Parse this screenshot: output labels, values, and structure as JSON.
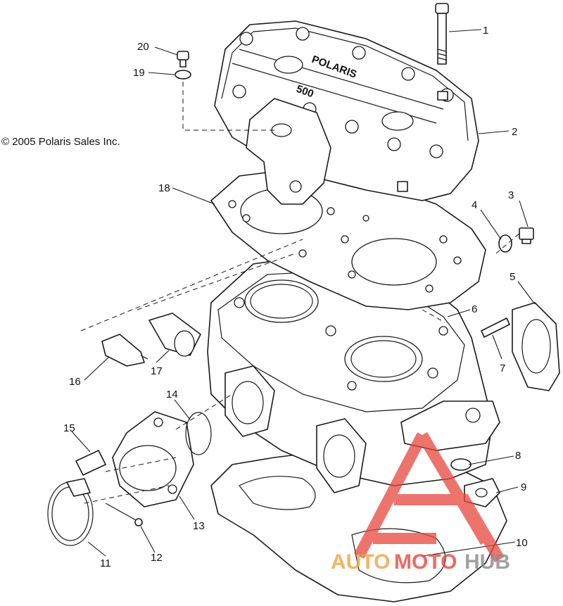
{
  "copyright": "© 2005 Polaris Sales Inc.",
  "brand_embossing": {
    "word": "POLARIS",
    "model": "500"
  },
  "callouts": [
    "1",
    "2",
    "3",
    "4",
    "5",
    "6",
    "7",
    "8",
    "9",
    "10",
    "11",
    "12",
    "13",
    "14",
    "15",
    "16",
    "17",
    "18",
    "19",
    "20"
  ],
  "watermark": {
    "part1": "AUTO",
    "part2": "MOTO",
    "part3": "HUB"
  },
  "colors": {
    "line": "#1a1a1a",
    "watermark_red": "#e8463c",
    "watermark_orange": "#f2a23a",
    "watermark_gray": "#8a8a8a"
  }
}
